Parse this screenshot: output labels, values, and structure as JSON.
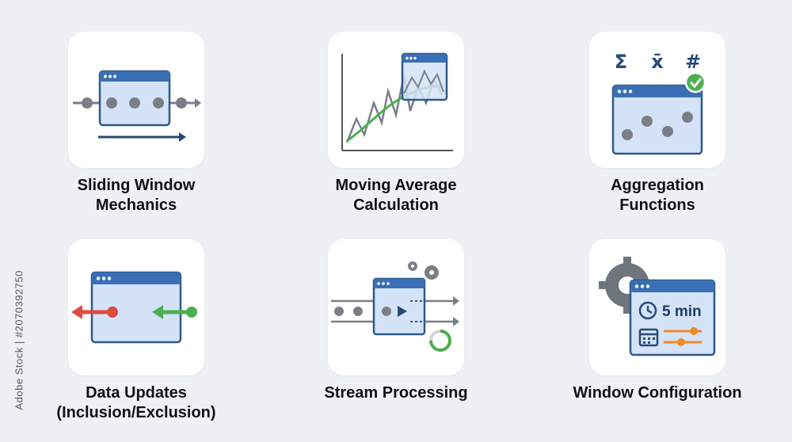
{
  "cards": [
    {
      "title_line1": "Sliding Window",
      "title_line2": "Mechanics",
      "icon": "sliding-window-icon"
    },
    {
      "title_line1": "Moving Average",
      "title_line2": "Calculation",
      "icon": "moving-average-chart-icon"
    },
    {
      "title_line1": "Aggregation",
      "title_line2": "Functions",
      "icon": "aggregation-icon"
    },
    {
      "title_line1": "Data Updates",
      "title_line2": "(Inclusion/Exclusion)",
      "icon": "data-updates-icon"
    },
    {
      "title_line1": "Stream Processing",
      "title_line2": "",
      "icon": "stream-processing-icon"
    },
    {
      "title_line1": "Window Configuration",
      "title_line2": "",
      "icon": "window-configuration-icon"
    }
  ],
  "aggregation_symbols": {
    "sum": "Σ",
    "mean": "x̄",
    "count": "#"
  },
  "config_duration": "5 min",
  "credit": "Adobe Stock | #2070392750",
  "colors": {
    "window_fill": "#d4e3f7",
    "window_border": "#2f5a8a",
    "window_header": "#3a6fb5",
    "dot_gray": "#7a7f86",
    "green": "#4caf50",
    "red": "#e04b3c",
    "orange": "#f08a24",
    "navy": "#274a78"
  }
}
